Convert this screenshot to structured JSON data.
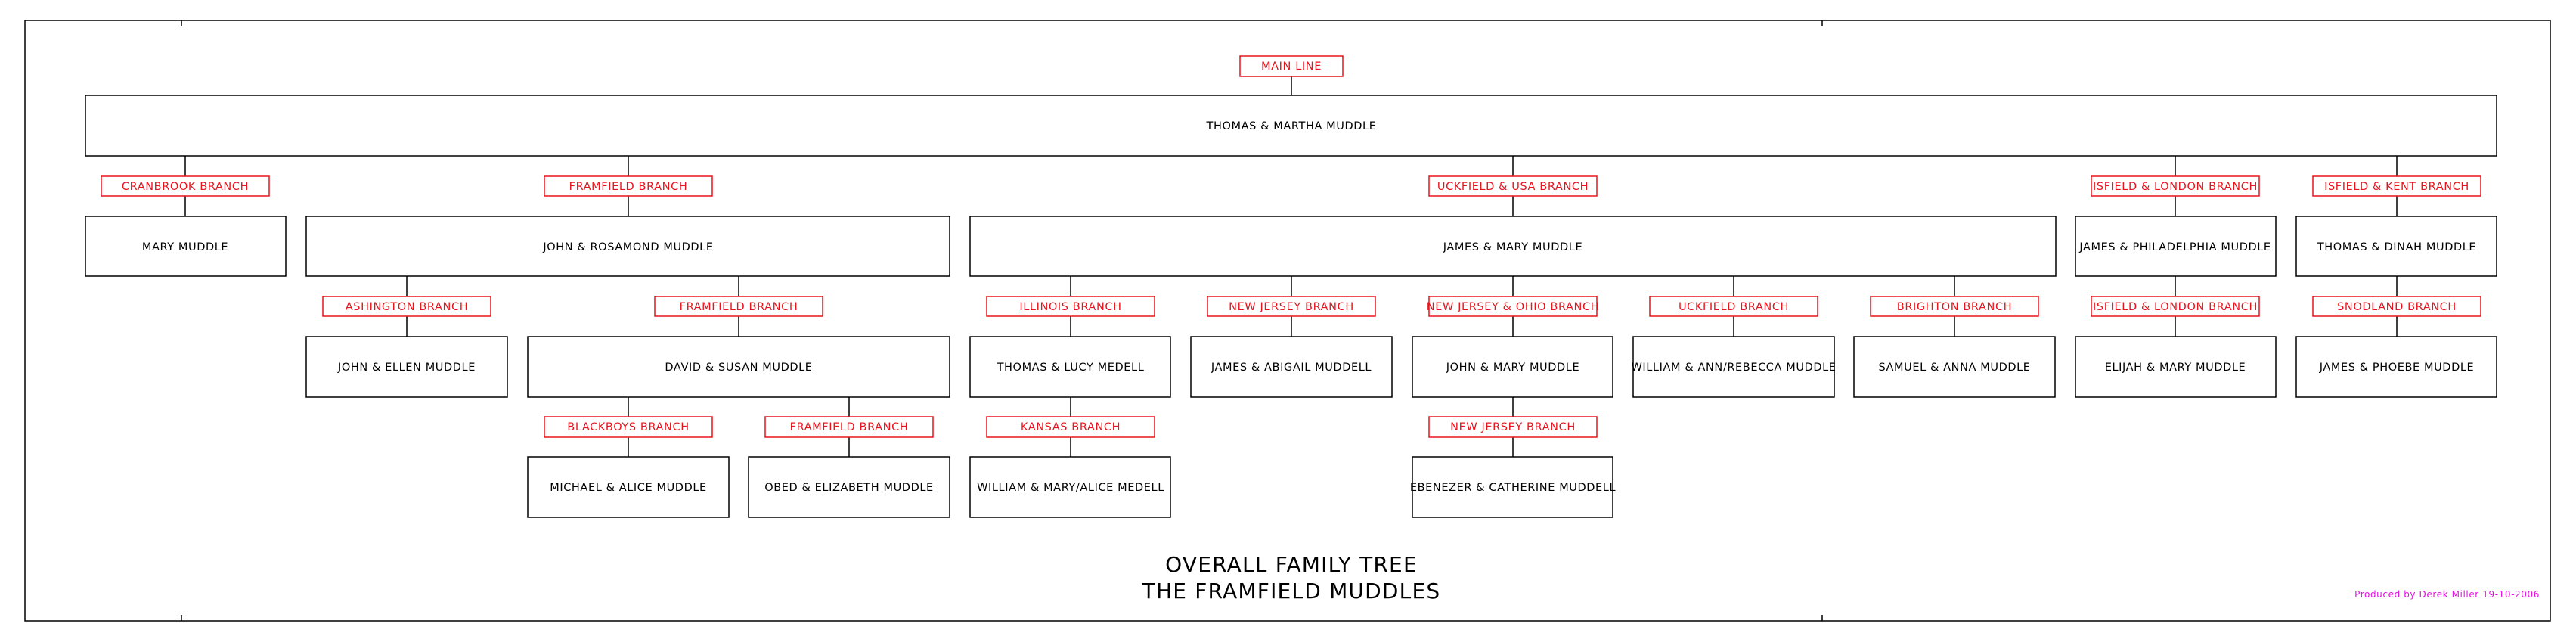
{
  "colors": {
    "branch": "#e8141c",
    "credit": "#e010e0",
    "line": "#000000"
  },
  "title": {
    "line1": "OVERALL FAMILY TREE",
    "line2": "THE FRAMFIELD MUDDLES"
  },
  "credit": "Produced by Derek Miller 19-10-2006",
  "nodes": {
    "root": "THOMAS & MARTHA MUDDLE",
    "mary": "MARY MUDDLE",
    "john_rosamond": "JOHN & ROSAMOND MUDDLE",
    "james_mary": "JAMES & MARY MUDDLE",
    "james_philadelphia": "JAMES & PHILADELPHIA MUDDLE",
    "thomas_dinah": "THOMAS & DINAH MUDDLE",
    "john_ellen": "JOHN & ELLEN MUDDLE",
    "david_susan": "DAVID & SUSAN MUDDLE",
    "thomas_lucy": "THOMAS & LUCY MEDELL",
    "james_abigail": "JAMES & ABIGAIL MUDDELL",
    "john_mary": "JOHN & MARY MUDDLE",
    "william_ann": "WILLIAM & ANN/REBECCA MUDDLE",
    "samuel_anna": "SAMUEL & ANNA MUDDLE",
    "elijah_mary": "ELIJAH & MARY MUDDLE",
    "james_phoebe": "JAMES & PHOEBE MUDDLE",
    "michael_alice": "MICHAEL & ALICE MUDDLE",
    "obed_elizabeth": "OBED & ELIZABETH MUDDLE",
    "william_mary": "WILLIAM & MARY/ALICE MEDELL",
    "ebenezer_catherine": "EBENEZER & CATHERINE MUDDELL"
  },
  "branches": {
    "main_line": "MAIN LINE",
    "cranbrook": "CRANBROOK BRANCH",
    "framfield_1": "FRAMFIELD BRANCH",
    "uckfield_usa": "UCKFIELD & USA BRANCH",
    "isfield_london_1": "ISFIELD & LONDON BRANCH",
    "isfield_kent": "ISFIELD & KENT BRANCH",
    "ashington": "ASHINGTON BRANCH",
    "framfield_2": "FRAMFIELD BRANCH",
    "illinois": "ILLINOIS BRANCH",
    "new_jersey_1": "NEW JERSEY BRANCH",
    "new_jersey_ohio": "NEW JERSEY & OHIO BRANCH",
    "uckfield": "UCKFIELD BRANCH",
    "brighton": "BRIGHTON BRANCH",
    "isfield_london_2": "ISFIELD & LONDON BRANCH",
    "snodland": "SNODLAND BRANCH",
    "blackboys": "BLACKBOYS BRANCH",
    "framfield_3": "FRAMFIELD BRANCH",
    "kansas": "KANSAS BRANCH",
    "new_jersey_2": "NEW JERSEY BRANCH"
  }
}
